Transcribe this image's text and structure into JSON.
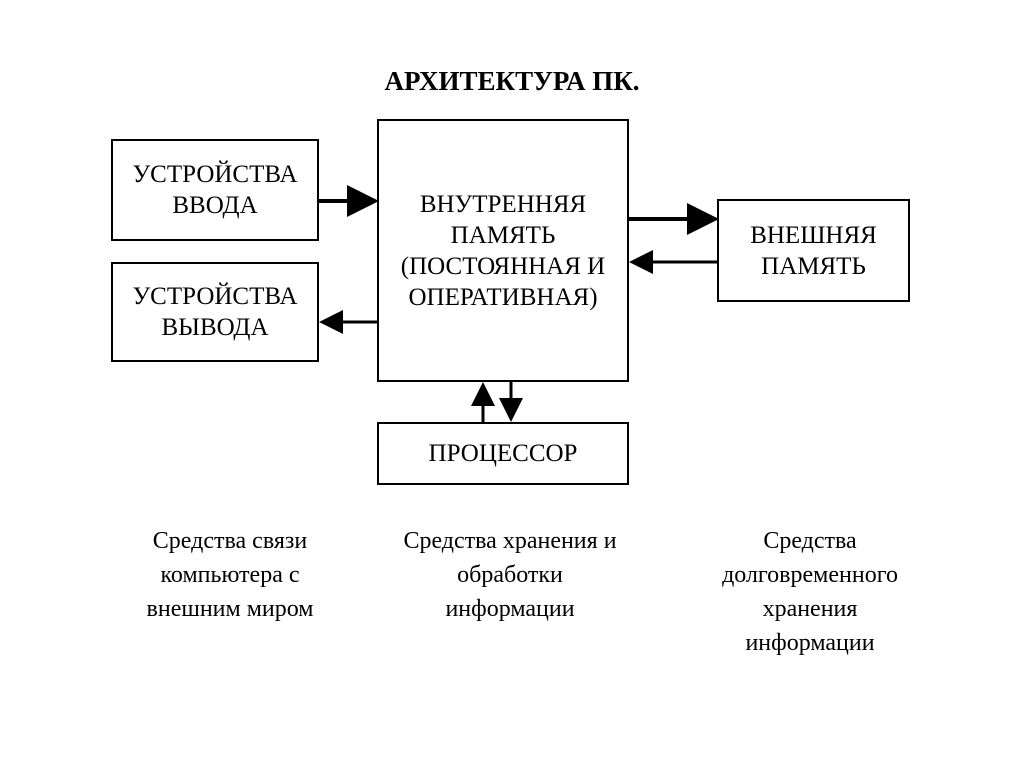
{
  "title": "АРХИТЕКТУРА ПК.",
  "boxes": {
    "input": "УСТРОЙСТВА ВВОДА",
    "output": "УСТРОЙСТВА ВЫВОДА",
    "internal": "ВНУТРЕННЯЯ ПАМЯТЬ (ПОСТОЯННАЯ И ОПЕРАТИВНАЯ)",
    "external": "ВНЕШНЯЯ ПАМЯТЬ",
    "cpu": "ПРОЦЕССОР"
  },
  "captions": {
    "left": "Средства связи компьютера с внешним миром",
    "center": "Средства хранения и обработки информации",
    "right": "Средства долговременного хранения информации"
  }
}
